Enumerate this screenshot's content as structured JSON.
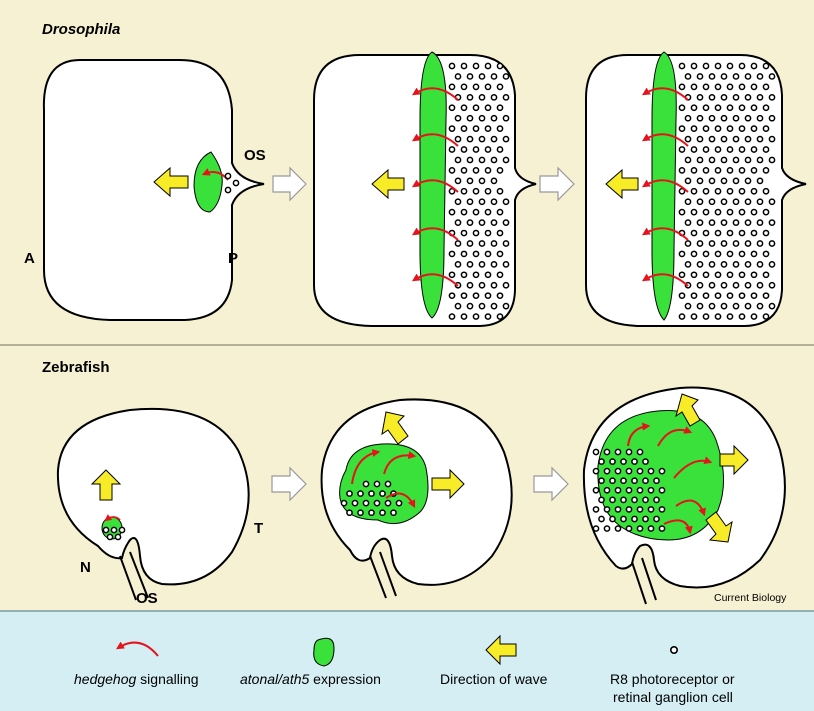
{
  "panels": {
    "top": {
      "label": "Drosophila",
      "tags": {
        "os": "OS",
        "anterior": "A",
        "posterior": "P"
      }
    },
    "bottom": {
      "label": "Zebrafish",
      "tags": {
        "nasal": "N",
        "temporal": "T",
        "os": "OS"
      },
      "credit": "Current Biology"
    }
  },
  "legend": {
    "hedgehog": {
      "italic": "hedgehog",
      "rest": " signalling"
    },
    "atonal": {
      "italic": "atonal/ath5",
      "rest": " expression"
    },
    "wave": {
      "text": "Direction of wave"
    },
    "r8": {
      "line1": "R8 photoreceptor or",
      "line2": "retinal ganglion cell"
    }
  },
  "colors": {
    "background": "#f6f1d2",
    "legend_background": "#d4eef3",
    "expression_green": "#39e13a",
    "arrow_yellow": "#f7ec27",
    "signal_red": "#e4141d"
  }
}
